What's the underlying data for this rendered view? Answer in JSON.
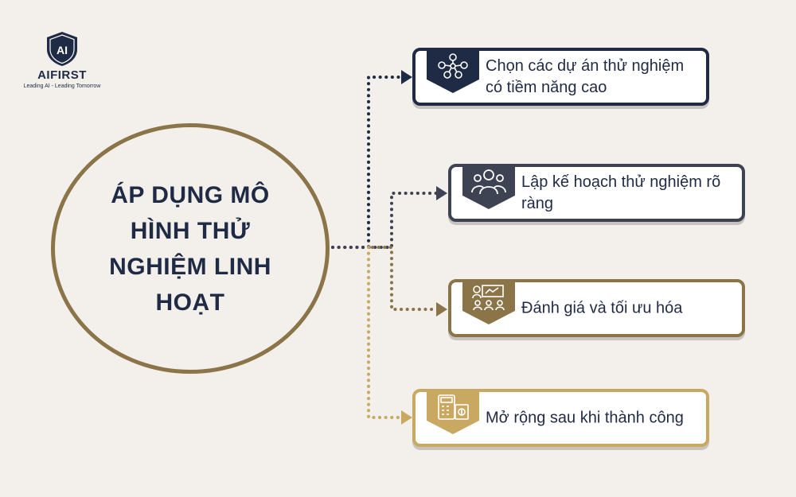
{
  "logo": {
    "mark": "AI",
    "brand": "AIFIRST",
    "tagline": "Leading AI - Leading Tomorrow"
  },
  "central": {
    "title": "ÁP DỤNG MÔ HÌNH THỬ NGHIỆM LINH HOẠT"
  },
  "items": [
    {
      "label": "Chọn các dự án thử nghiệm có tiềm năng cao",
      "icon": "network-people-icon",
      "color": "#1f2a44"
    },
    {
      "label": "Lập kế hoạch thử nghiệm rõ ràng",
      "icon": "team-icon",
      "color": "#3e4354"
    },
    {
      "label": "Đánh giá và tối ưu hóa",
      "icon": "meeting-presentation-icon",
      "color": "#8a7448"
    },
    {
      "label": "Mở rộng sau khi thành công",
      "icon": "calculator-money-icon",
      "color": "#c9a861"
    }
  ]
}
